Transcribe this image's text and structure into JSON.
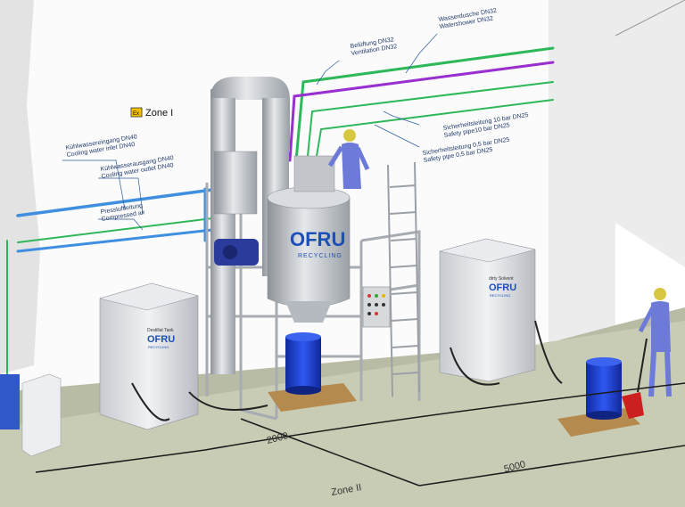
{
  "zone_sign": {
    "ex": "Ex",
    "label": "Zone I"
  },
  "labels": {
    "cooling_in_de": "Kühlwassereingang DN40",
    "cooling_in_en": "Cooling water inlet DN40",
    "cooling_out_de": "Kühlwasserausgang DN40",
    "cooling_out_en": "Cooling water outlet DN40",
    "air_de": "Pressluftleitung",
    "air_en": "Compressed air",
    "vent_de": "Belüftung DN32",
    "vent_en": "Ventilation DN32",
    "shower_de": "Wasserdusche DN32",
    "shower_en": "Watershower DN32",
    "safety10_de": "Sicherheitsleitung 10 bar DN25",
    "safety10_en": "Safety pipe10 bar DN25",
    "safety05_de": "Sicherheitsleitung 0,5 bar DN25",
    "safety05_en": "Safety pipe 0,5 bar DN25"
  },
  "brand": {
    "logo": "OFRU",
    "tag": "RECYCLING"
  },
  "tank_left": {
    "label": "Destillat Tank",
    "logo": "OFRU",
    "tag": "RECYCLING"
  },
  "tank_right": {
    "label": "dirty Solvent",
    "logo": "OFRU",
    "tag": "RECYCLING"
  },
  "dims": {
    "d1": "2000",
    "d2": "5000",
    "zone": "Zone II"
  },
  "colors": {
    "green": "#2fb85a",
    "purple": "#9a2fd0",
    "blue": "#3f8fe0",
    "steel": "#c9ccd1",
    "drum": "#1c3fd6",
    "floor": "#c9ccb4"
  }
}
